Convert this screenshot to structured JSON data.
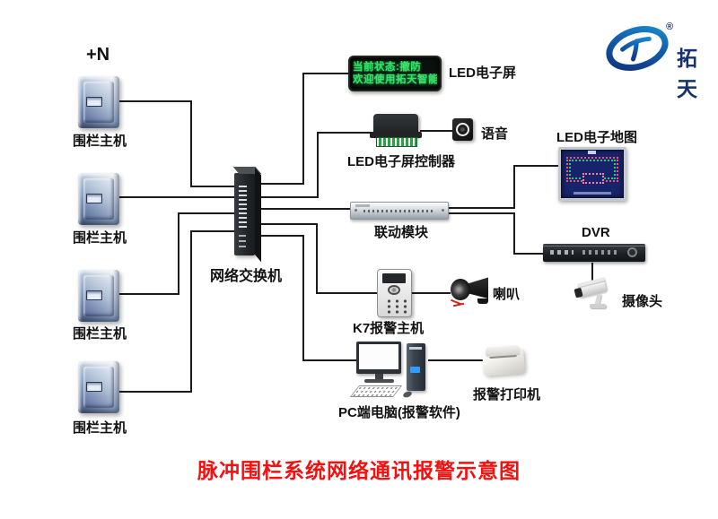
{
  "title": "脉冲围栏系统网络通讯报警示意图",
  "annotation": {
    "plus_n": "+N"
  },
  "logo": {
    "brand": "拓天",
    "registered": "®"
  },
  "nodes": {
    "fence1": {
      "label": "围栏主机"
    },
    "fence2": {
      "label": "围栏主机"
    },
    "fence3": {
      "label": "围栏主机"
    },
    "fence4": {
      "label": "围栏主机"
    },
    "switch": {
      "label": "网络交换机"
    },
    "led_screen": {
      "label": "LED电子屏",
      "line1": "当前状态:撤防",
      "line2": "欢迎使用拓天智能"
    },
    "led_controller": {
      "label": "LED电子屏控制器"
    },
    "voice": {
      "label": "语音"
    },
    "linkage": {
      "label": "联动模块"
    },
    "led_map": {
      "label": "LED电子地图"
    },
    "dvr": {
      "label": "DVR"
    },
    "camera": {
      "label": "摄像头"
    },
    "k7": {
      "label": "K7报警主机"
    },
    "horn": {
      "label": "喇叭"
    },
    "pc": {
      "label": "PC端电脑(报警软件)"
    },
    "printer": {
      "label": "报警打印机"
    }
  },
  "colors": {
    "title_red": "#f50f0f",
    "led_green": "#35e36a",
    "map_navy": "#17246b",
    "logo_blue": "#1557a6",
    "wire_black": "#1b1b1b"
  }
}
